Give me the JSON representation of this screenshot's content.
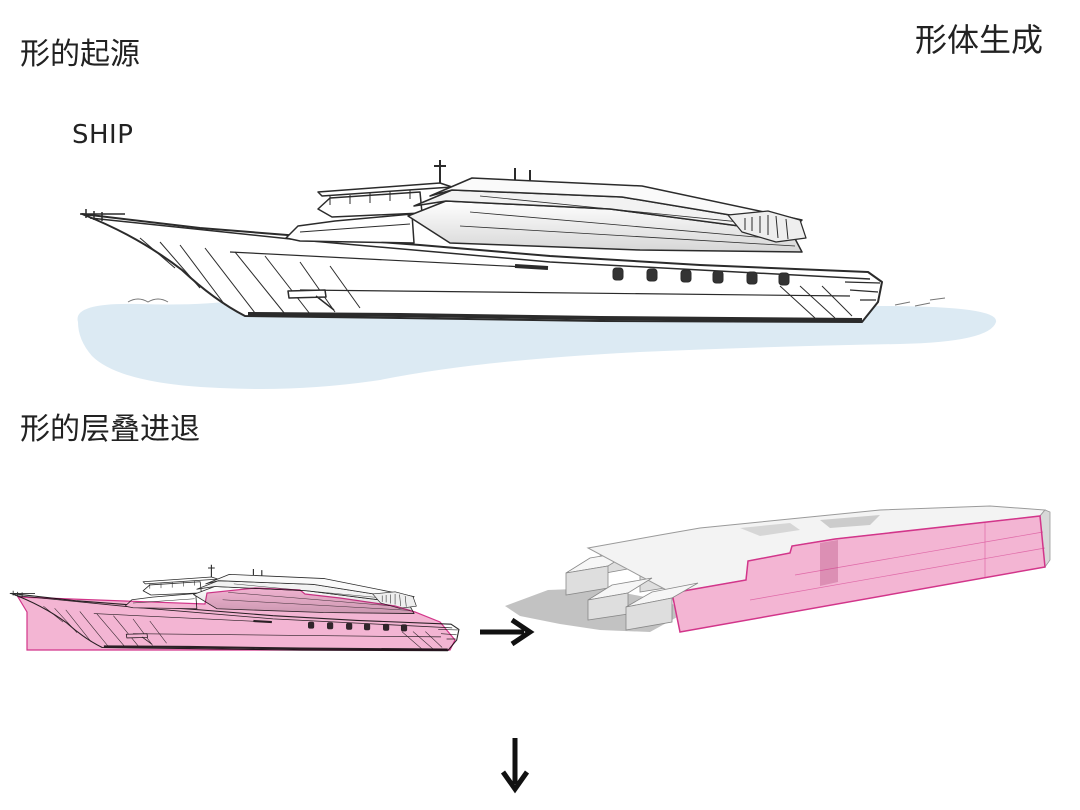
{
  "labels": {
    "origin": "形的起源",
    "generation": "形体生成",
    "ship": "SHIP",
    "layering": "形的层叠进退"
  },
  "colors": {
    "ink": "#2b2b2b",
    "water": "#dceaf3",
    "pink": "#f3b5d3",
    "magenta": "#d2358a",
    "shadow": "#8f8f8f"
  },
  "icons": {
    "arrow_right": "arrow-right-icon",
    "arrow_down": "arrow-down-icon"
  }
}
